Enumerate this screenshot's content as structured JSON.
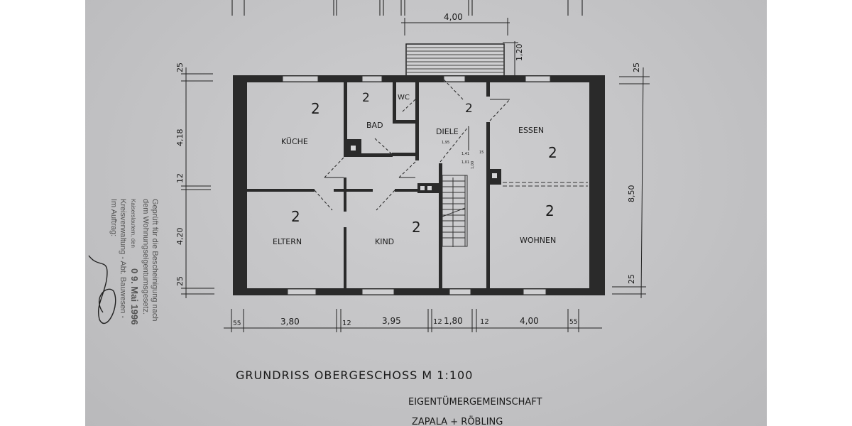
{
  "drawing": {
    "title": "GRUNDRISS OBERGESCHOSS M 1:100",
    "owner_line1": "EIGENTÜMERGEMEINSCHAFT",
    "owner_line2": "ZAPALA + RÖBLING"
  },
  "rooms": [
    {
      "name": "KÜCHE",
      "count": "2"
    },
    {
      "name": "BAD",
      "count": "2"
    },
    {
      "name": "WC",
      "count": ""
    },
    {
      "name": "DIELE",
      "count": "2"
    },
    {
      "name": "ESSEN",
      "count": "2"
    },
    {
      "name": "ELTERN",
      "count": "2"
    },
    {
      "name": "KIND",
      "count": "2"
    },
    {
      "name": "WOHNEN",
      "count": "2"
    }
  ],
  "dimensions": {
    "balcony_width": "4,00",
    "balcony_depth": "1,20",
    "left": [
      "25",
      "4,18",
      "12",
      "4,20",
      "25"
    ],
    "right": [
      "25",
      "8,50",
      "25"
    ],
    "bottom": [
      "55",
      "3,80",
      "12",
      "3,95",
      "12",
      "1,80",
      "12",
      "4,00",
      "55"
    ],
    "stair": {
      "a": "1,95",
      "b": "1,41",
      "c": "1,01",
      "d": "1,00",
      "e": "15"
    }
  },
  "stamp": {
    "line1": "Geprüft für die Bescheinigung nach",
    "line2": "dem Wohnungseigentumsgesetz.",
    "line3": "Kaiserslautern, den",
    "date": "0 9. Mai 1996",
    "line4": "Kreisverwaltung - Abt. Bauwesen -",
    "line5": "Im Auftrag:"
  },
  "colors": {
    "paper": "#c3c3c5",
    "ink": "#1a1a1a",
    "wall": "#2a2a2a"
  }
}
